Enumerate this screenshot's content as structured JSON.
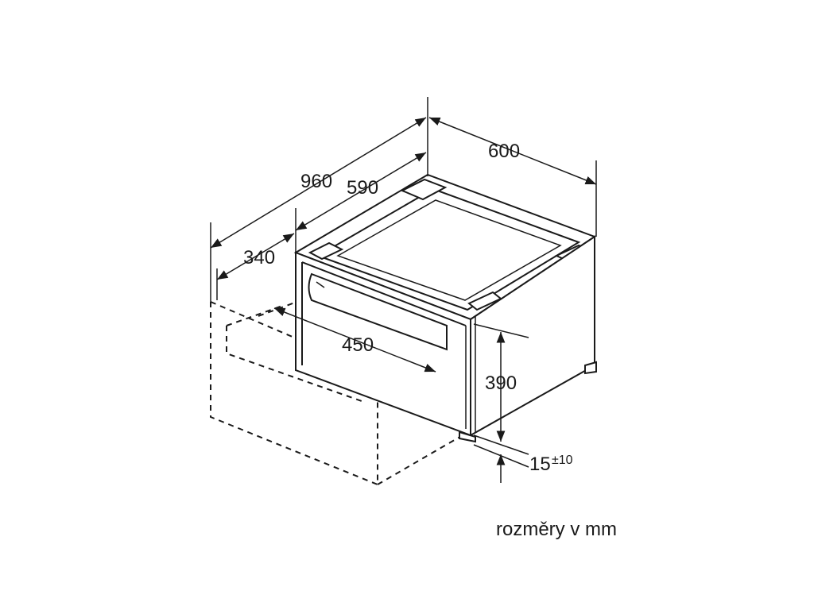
{
  "dimensions": {
    "total_depth": "960",
    "pedestal_depth": "590",
    "width": "600",
    "drawer_extension": "340",
    "drawer_width": "450",
    "height": "390",
    "feet_height": "15",
    "feet_tolerance": "±10"
  },
  "caption": "rozměry v mm",
  "colors": {
    "line": "#1a1a1a",
    "background": "#ffffff"
  }
}
